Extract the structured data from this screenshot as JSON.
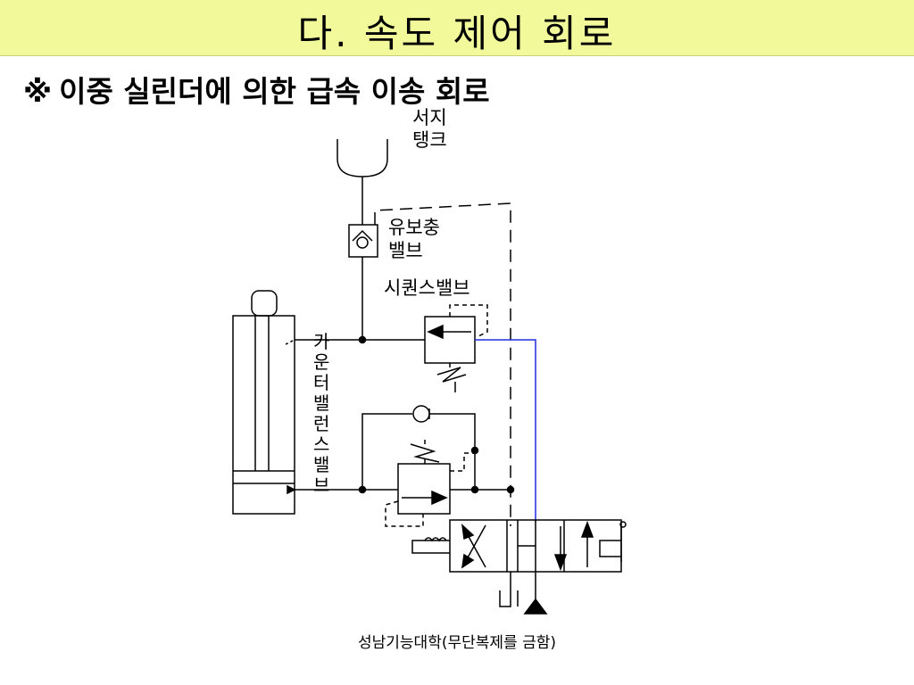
{
  "header": {
    "title": "다. 속도 제어 회로",
    "background": "#f2f99a"
  },
  "subtitle": {
    "mark": "※",
    "text": "이중 실린더에 의한 급속 이송 회로"
  },
  "labels": {
    "surge_tank": [
      "서지",
      "탱크"
    ],
    "check_valve": [
      "유보충",
      "밸브"
    ],
    "sequence_valve": "시퀀스밸브",
    "counterbalance_valve": [
      "카",
      "운",
      "터",
      "밸",
      "런",
      "스",
      "밸",
      "브"
    ]
  },
  "colors": {
    "line": "#000000",
    "pilot_line": "#1f2ee0"
  },
  "footer": {
    "text": "성남기능대학(무단복제를 금함)"
  }
}
